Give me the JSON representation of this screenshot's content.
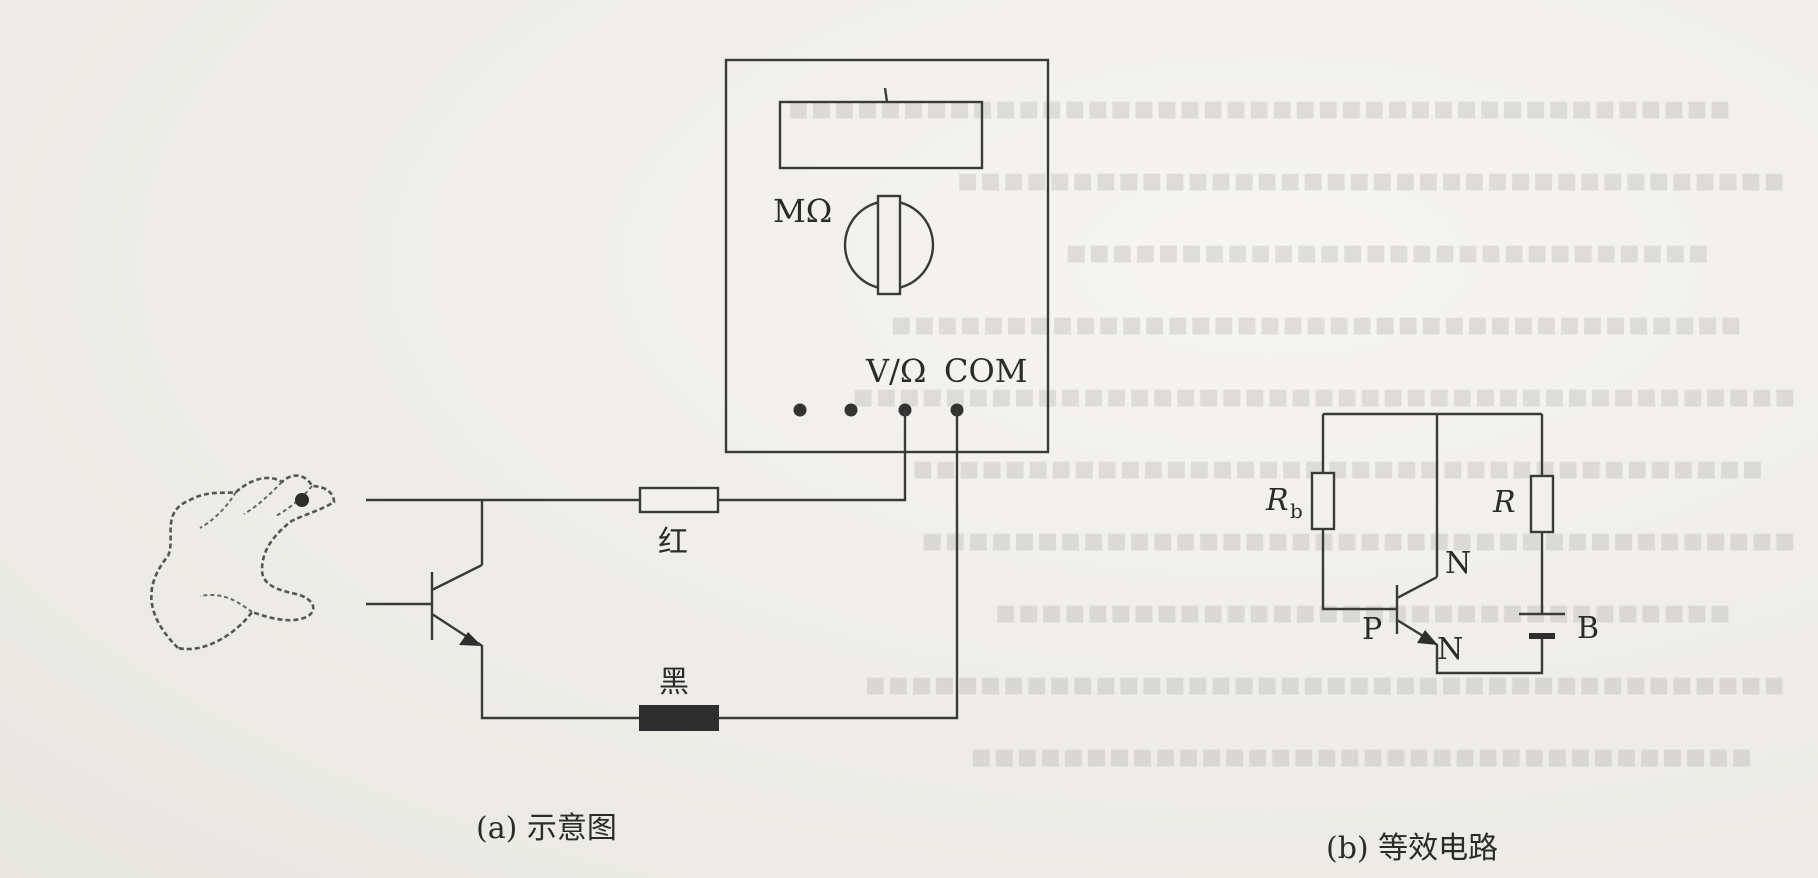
{
  "meter": {
    "range_label": "MΩ",
    "terminal_v_ohm": "V/Ω",
    "terminal_com": "COM"
  },
  "probes": {
    "red": "红",
    "black": "黑"
  },
  "equivalent": {
    "rb_symbol": "R",
    "rb_subscript": "b",
    "r_symbol": "R",
    "collector_type": "N",
    "base_type": "P",
    "emitter_type": "N",
    "battery_label": "B"
  },
  "captions": {
    "a": "(a) 示意图",
    "b": "(b) 等效电路"
  },
  "colors": {
    "ink": "#2b2b2b",
    "paper": "#f1f0ec",
    "black_probe": "#2e2e2e"
  }
}
